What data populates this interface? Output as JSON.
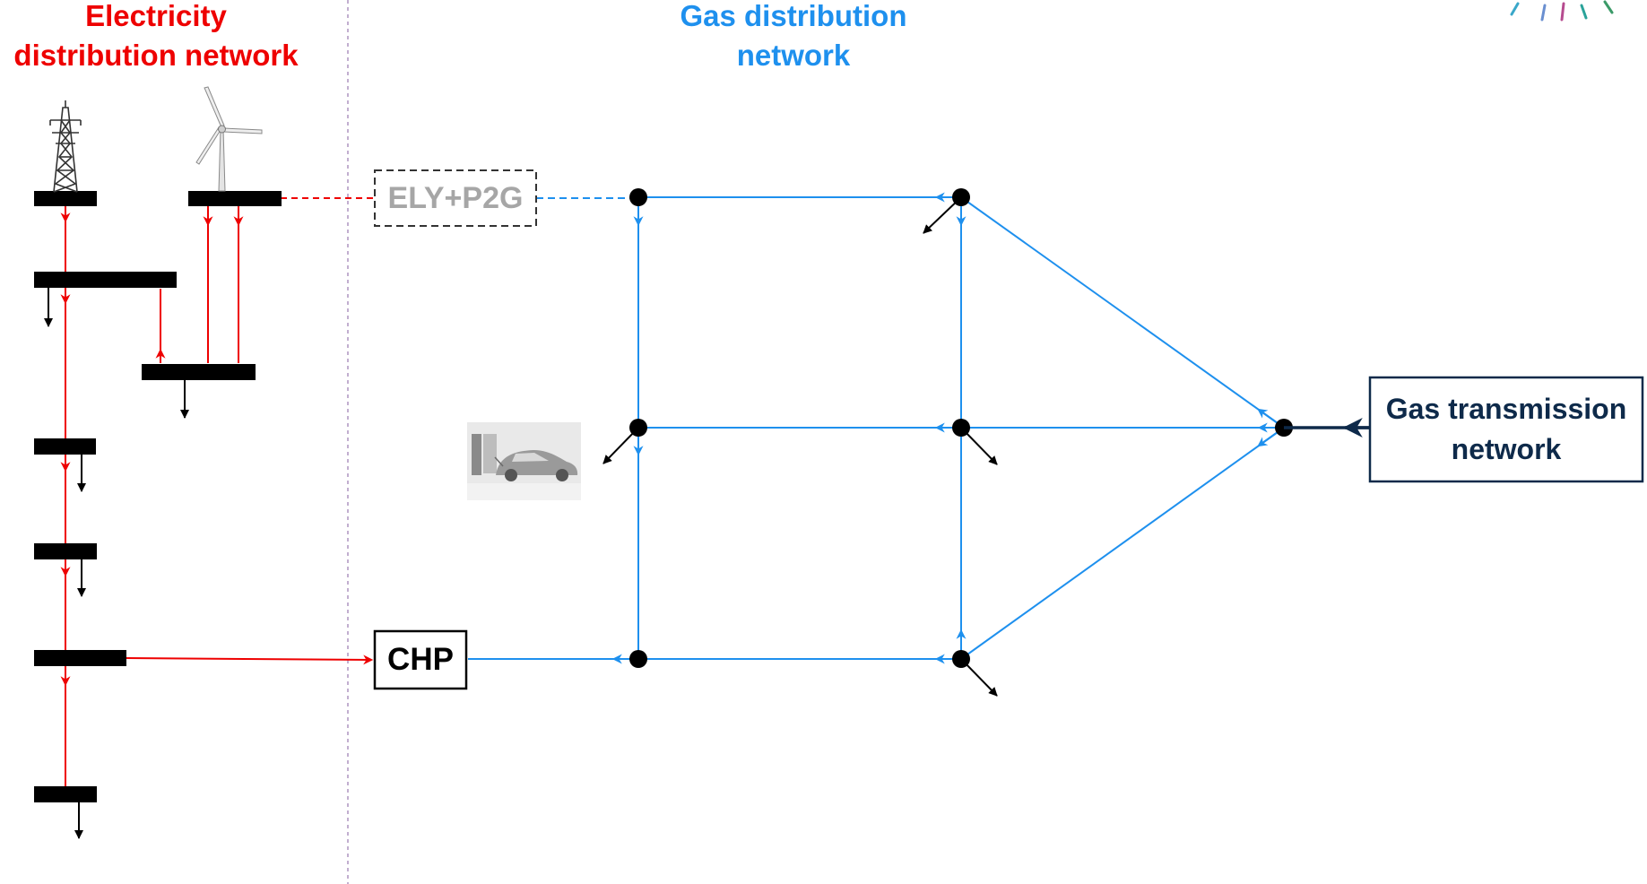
{
  "titles": {
    "electricity": "Electricity distribution network",
    "gas": "Gas distribution network"
  },
  "boxes": {
    "ely_p2g": "ELY+P2G",
    "chp": "CHP",
    "gas_transmission": "Gas transmission network"
  },
  "colors": {
    "electricity": "#ee0000",
    "gas": "#1e90ee",
    "transmission": "#0e2a4a",
    "bus": "#000000",
    "ely_label": "#a6a6a6",
    "divider": "#9a7ab0"
  },
  "icons": [
    "transmission-tower-icon",
    "wind-turbine-icon",
    "ev-charging-icon",
    "logo-icon"
  ]
}
